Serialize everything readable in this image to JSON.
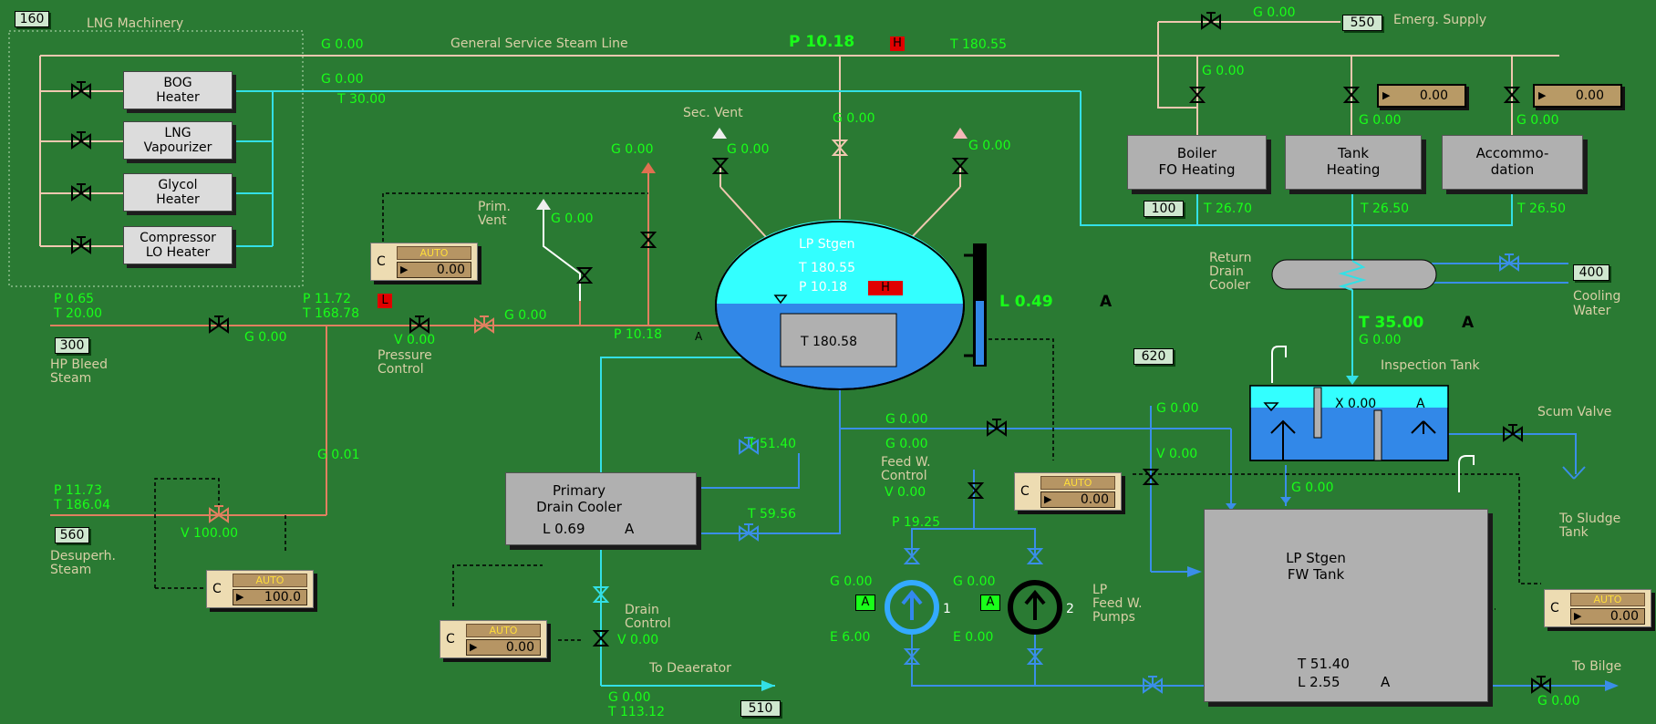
{
  "colors": {
    "background": "#2a7a33",
    "steam": "#f0c0a0",
    "cyan": "#33e0e6",
    "blue": "#3388ee",
    "text_green": "#19ff19",
    "text_tan": "#d8cfa6"
  },
  "tags": {
    "t160": "160",
    "t300": "300",
    "t560": "560",
    "t550": "550",
    "t100": "100",
    "t400": "400",
    "t620": "620",
    "t510": "510"
  },
  "group": {
    "title": "LNG Machinery"
  },
  "heaters": {
    "bog": "BOG\nHeater",
    "lng": "LNG\nVapourizer",
    "glycol": "Glycol\nHeater",
    "compressor": "Compressor\nLO Heater"
  },
  "steam_line": {
    "title": "General Service Steam Line",
    "g_left": "G 0.00",
    "pressure": "P  10.18",
    "alarm_h": "H",
    "temp": "T 180.55"
  },
  "lng_return": {
    "g": "G 0.00",
    "t": "T 30.00"
  },
  "emergency": {
    "label": "Emerg. Supply",
    "g": "G 0.00"
  },
  "consumers": {
    "boiler": {
      "name": "Boiler\nFO Heating",
      "g": "G 0.00",
      "t": "T 26.70"
    },
    "tank": {
      "name": "Tank\nHeating",
      "g": "G 0.00",
      "t": "T 26.50",
      "disp": "0.00"
    },
    "accom": {
      "name": "Accommo-\ndation",
      "g": "G 0.00",
      "t": "T 26.50",
      "disp": "0.00"
    }
  },
  "return_cooler": {
    "label": "Return\nDrain\nCooler"
  },
  "cooling_water": {
    "label": "Cooling\nWater"
  },
  "stgen": {
    "title": "LP Stgen",
    "t": "T 180.55",
    "p": "P 10.18",
    "alarm_h": "H",
    "t_low": "T 180.58",
    "level": "L  0.49",
    "a": "A"
  },
  "vents": {
    "sec": "Sec. Vent",
    "prim": "Prim.\nVent",
    "g_sec": "G 0.00",
    "g_mid": "G 0.00",
    "g_right": "G 0.00",
    "g_top": "G 0.00",
    "g_prim": "G 0.00",
    "g_orange": "G 0.00"
  },
  "hp_bleed": {
    "p": "P 0.65",
    "t": "T 20.00",
    "g": "G 0.00",
    "label": "HP Bleed\nSteam"
  },
  "pressure_ctrl": {
    "p": "P 11.72",
    "t": "T 168.78",
    "alarm_l": "L",
    "v": "V 0.00",
    "label": "Pressure\nControl",
    "g": "G 0.00",
    "p_after": "P 10.18",
    "a": "A",
    "c": "C",
    "auto": "AUTO",
    "val": "0.00"
  },
  "desuperh": {
    "p": "P 11.73",
    "t": "T 186.04",
    "v": "V 100.00",
    "label": "Desuperh.\nSteam",
    "g": "G 0.01",
    "c": "C",
    "auto": "AUTO",
    "val": "100.0"
  },
  "inspection": {
    "t": "T  35.00",
    "a": "A",
    "g": "G 0.00",
    "label": "Inspection Tank",
    "x": "X 0.00",
    "a2": "A",
    "g_out": "G 0.00"
  },
  "scum": {
    "label": "Scum Valve",
    "to_sludge": "To Sludge\nTank"
  },
  "feed_ctrl": {
    "g1": "G 0.00",
    "t1": "T 51.40",
    "g2": "G 0.00",
    "label": "Feed W.\nControl",
    "v": "V 0.00",
    "c": "C",
    "auto": "AUTO",
    "val": "0.00",
    "g620": "G 0.00",
    "v620": "V 0.00"
  },
  "primary_cooler": {
    "name": "Primary\nDrain Cooler",
    "l": "L 0.69",
    "a": "A",
    "t": "T 59.56"
  },
  "drain_ctrl": {
    "label": "Drain\nControl",
    "v": "V 0.00",
    "c": "C",
    "auto": "AUTO",
    "val": "0.00",
    "to": "To Deaerator",
    "g": "G 0.00",
    "t": "T 113.12"
  },
  "pumps": {
    "p": "P 19.25",
    "g1": "G 0.00",
    "g2": "G 0.00",
    "e1": "E 6.00",
    "e2": "E 0.00",
    "a1": "A",
    "a2": "A",
    "n1": "1",
    "n2": "2",
    "label": "LP\nFeed W.\nPumps"
  },
  "fw_tank": {
    "name": "LP Stgen\nFW Tank",
    "t": "T 51.40",
    "l": "L 2.55",
    "a": "A",
    "c": "C",
    "auto": "AUTO",
    "val": "0.00"
  },
  "bilge": {
    "label": "To Bilge",
    "g": "G 0.00"
  }
}
